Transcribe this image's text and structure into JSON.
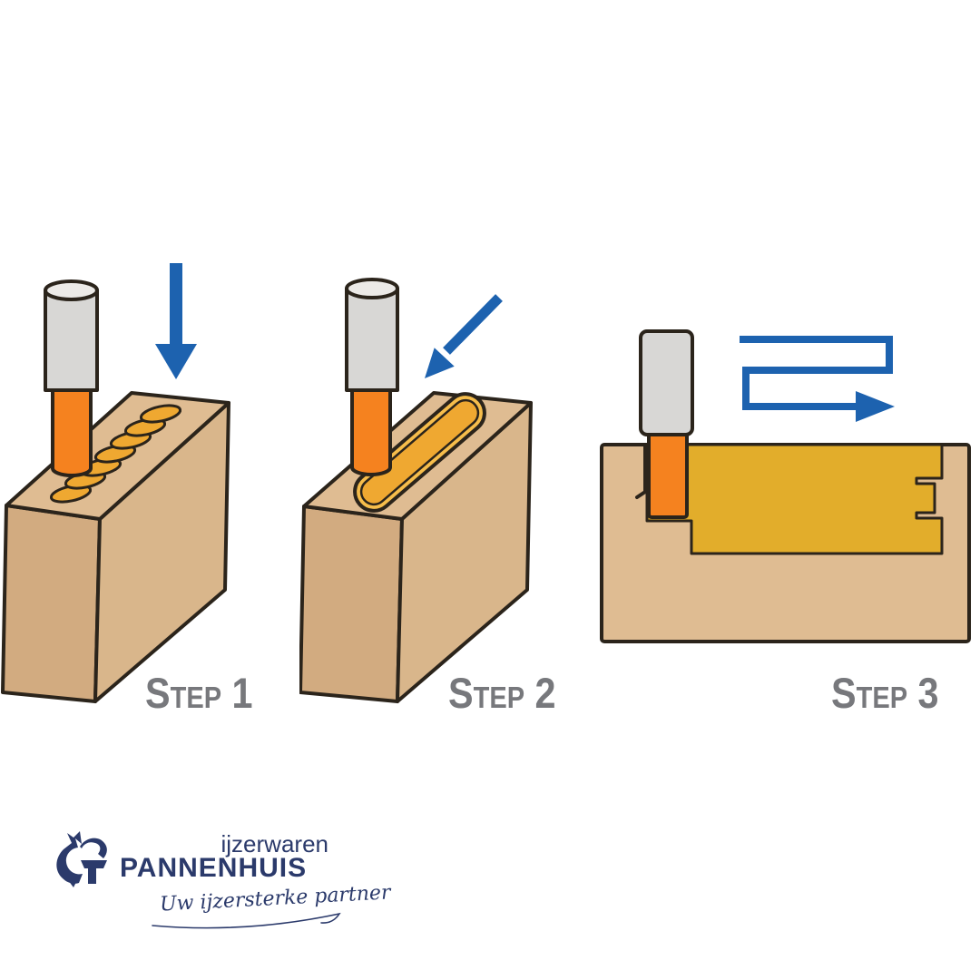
{
  "steps": [
    {
      "label": "Step 1",
      "arrow_icon": "down-arrow"
    },
    {
      "label": "Step 2",
      "arrow_icon": "diagonal-down-left-arrow"
    },
    {
      "label": "Step 3",
      "arrow_icon": "zigzag-feed-arrow"
    }
  ],
  "logo": {
    "top_text": "ijzerwaren",
    "name": "PANNENHUIS",
    "tagline": "Uw ijzersterke partner",
    "mark_icon": "pannenhuis-logo-mark"
  },
  "colors": {
    "background": "#ffffff",
    "wood-top": "#dfbc92",
    "wood-front": "#d9b68b",
    "wood-side": "#d2ab80",
    "gold": "#efa831",
    "gold-light": "#f6bd4b",
    "gold-deep": "#e2ad2b",
    "shank": "#d8d7d5",
    "shank-top": "#eceae7",
    "cutter-orange": "#f5821f",
    "outline": "#2b241b",
    "arrow-blue": "#1d62af",
    "label-gray": "#77787c",
    "brand-navy": "#2b3a6b"
  }
}
